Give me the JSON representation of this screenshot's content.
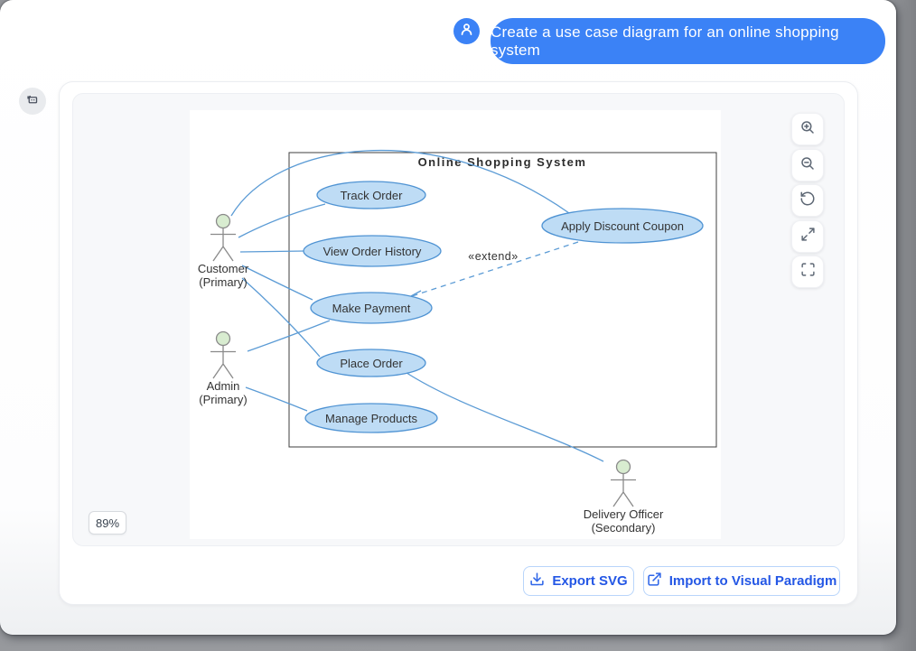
{
  "chat": {
    "user_message": "Create a use case diagram for an online shopping system",
    "user_avatar_icon": "user-icon",
    "bot_avatar_icon": "robot-icon",
    "bubble_color": "#3b82f6"
  },
  "canvas_controls": {
    "zoom_level": "89%",
    "buttons": [
      {
        "name": "zoom-in",
        "icon": "zoom-in-icon"
      },
      {
        "name": "zoom-out",
        "icon": "zoom-out-icon"
      },
      {
        "name": "reset-view",
        "icon": "rotate-ccw-icon"
      },
      {
        "name": "fit-view",
        "icon": "expand-arrows-icon"
      },
      {
        "name": "fullscreen",
        "icon": "fullscreen-brackets-icon"
      }
    ]
  },
  "actions": {
    "export_svg": "Export SVG",
    "import_vp": "Import to Visual Paradigm"
  },
  "diagram": {
    "title": "Online Shopping System",
    "extend_label": "«extend»",
    "use_cases": [
      "Track Order",
      "View Order History",
      "Apply Discount Coupon",
      "Make Payment",
      "Place Order",
      "Manage Products"
    ],
    "actors": [
      {
        "name": "Customer",
        "role": "(Primary)"
      },
      {
        "name": "Admin",
        "role": "(Primary)"
      },
      {
        "name": "Delivery Officer",
        "role": "(Secondary)"
      }
    ],
    "connections": [
      {
        "from": "Customer",
        "to": "Apply Discount Coupon",
        "type": "association"
      },
      {
        "from": "Customer",
        "to": "Track Order",
        "type": "association"
      },
      {
        "from": "Customer",
        "to": "View Order History",
        "type": "association"
      },
      {
        "from": "Customer",
        "to": "Make Payment",
        "type": "association"
      },
      {
        "from": "Customer",
        "to": "Place Order",
        "type": "association"
      },
      {
        "from": "Admin",
        "to": "Make Payment",
        "type": "association"
      },
      {
        "from": "Admin",
        "to": "Manage Products",
        "type": "association"
      },
      {
        "from": "Place Order",
        "to": "Delivery Officer",
        "type": "association"
      },
      {
        "from": "Apply Discount Coupon",
        "to": "Make Payment",
        "type": "extend"
      }
    ],
    "colors": {
      "use_case_fill": "#bedcf5",
      "use_case_stroke": "#4f93d3",
      "line": "#5b9bd5",
      "boundary_stroke": "#3f3f3f",
      "actor_head_fill": "#d8ecd0",
      "actor_stroke": "#8a8a8a"
    }
  }
}
